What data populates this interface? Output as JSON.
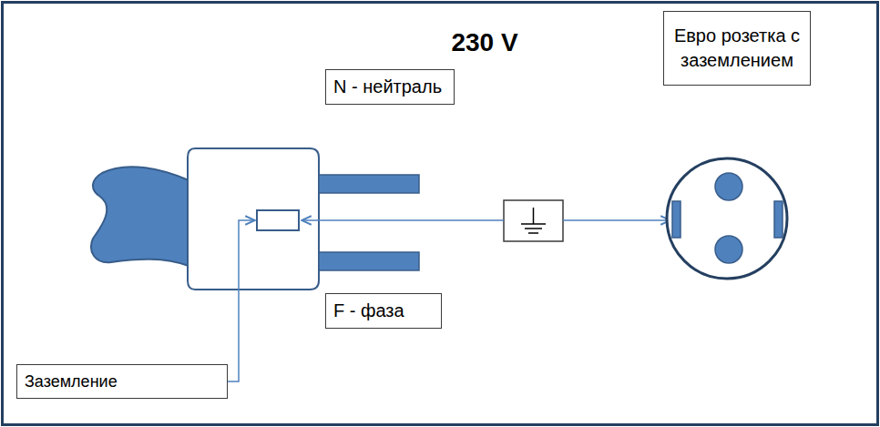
{
  "diagram": {
    "title": "230 V",
    "nodes": [
      {
        "text": [
          "Евро розетка с заземлением"
        ]
      },
      {
        "text": [
          "N - нейтраль"
        ]
      },
      {
        "text": [
          "F - фаза"
        ]
      },
      {
        "text": [
          "Заземление"
        ]
      }
    ]
  }
}
